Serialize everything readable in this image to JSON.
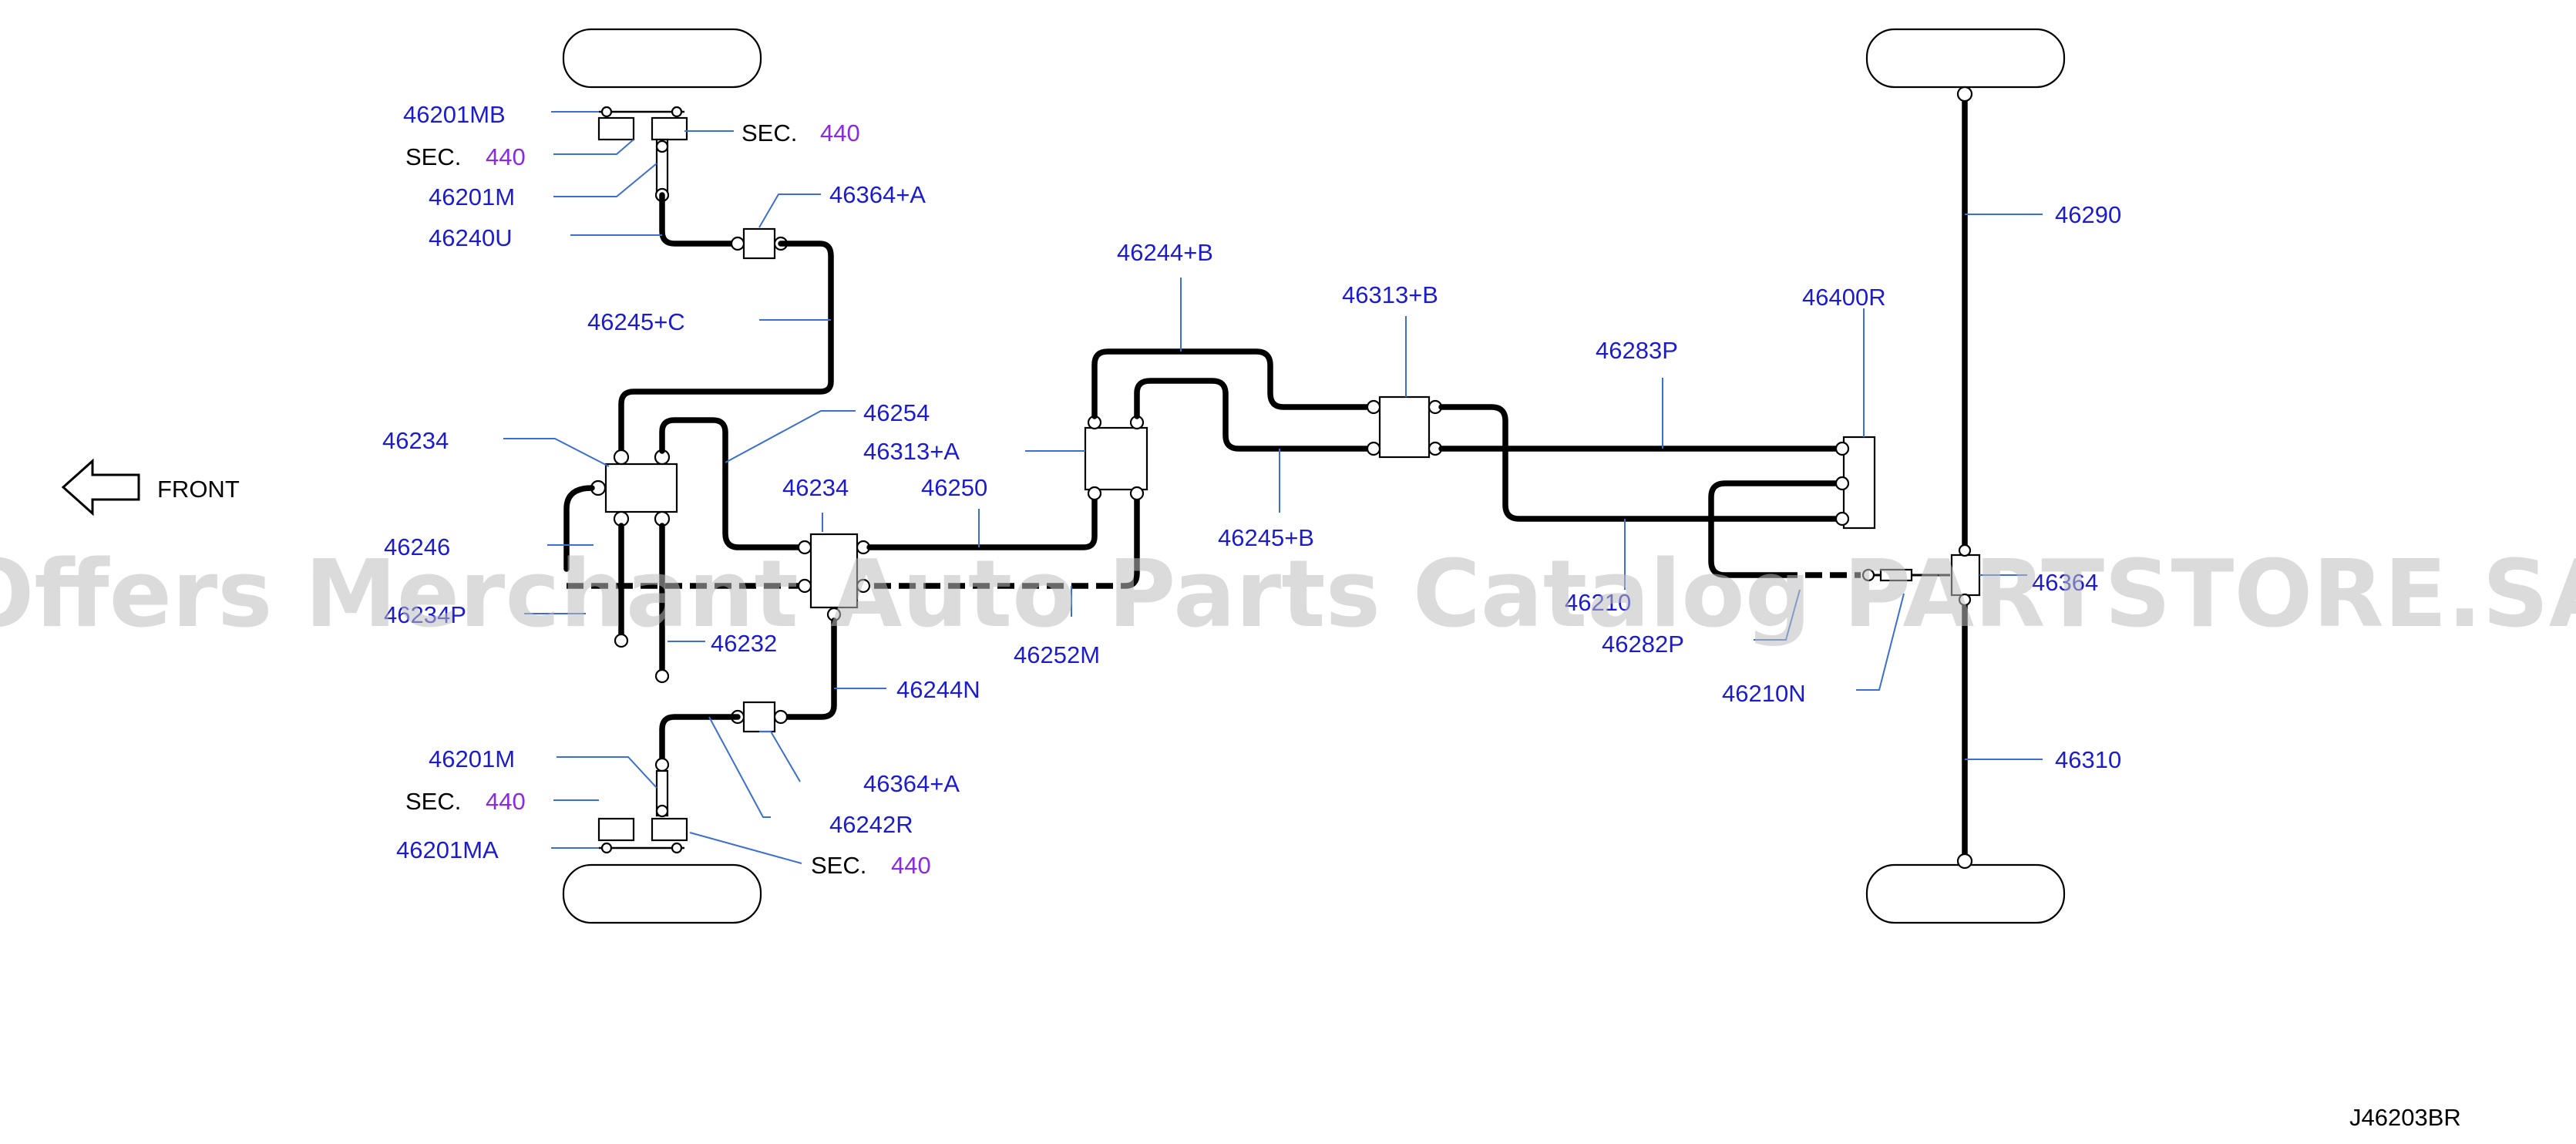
{
  "labels": {
    "l46201MB": "46201MB",
    "l46201M_top": "46201M",
    "l46240U": "46240U",
    "l46364A_top": "46364+A",
    "l46245C": "46245+C",
    "l46234_left": "46234",
    "l46254": "46254",
    "l46313A": "46313+A",
    "l46246": "46246",
    "l46234P": "46234P",
    "l46234_mid": "46234",
    "l46250": "46250",
    "l46232": "46232",
    "l46252M": "46252M",
    "l46244N": "46244N",
    "l46364A_bot": "46364+A",
    "l46201M_bot": "46201M",
    "l46242R": "46242R",
    "l46201MA": "46201MA",
    "l46244B": "46244+B",
    "l46313B": "46313+B",
    "l46245B": "46245+B",
    "l46283P": "46283P",
    "l46400R": "46400R",
    "l46210": "46210",
    "l46282P": "46282P",
    "l46210N": "46210N",
    "l46364": "46364",
    "l46290": "46290",
    "l46310": "46310"
  },
  "sec_refs": [
    {
      "text": "SEC.",
      "num": "440"
    },
    {
      "text": "SEC.",
      "num": "440"
    },
    {
      "text": "SEC.",
      "num": "440"
    },
    {
      "text": "SEC.",
      "num": "440"
    }
  ],
  "front_label": "FRONT",
  "diagram_code": "J46203BR",
  "watermark": "Offers Merchant Auto Parts Catalog PARTSTORE.SA",
  "colors": {
    "part_label": "#1c1ccc",
    "sec_number": "#8a2be2",
    "leader": "#3b6fd0",
    "pipe": "#000000"
  }
}
